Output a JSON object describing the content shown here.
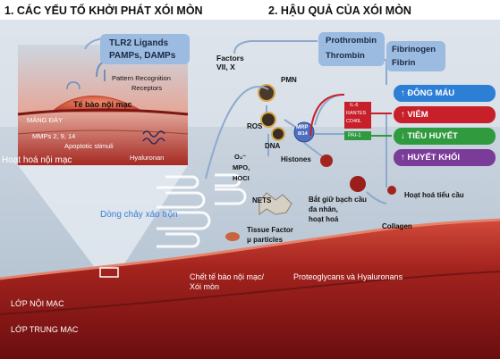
{
  "headings": {
    "left": "1. CÁC YẾU TỐ KHỞI PHÁT XÓI MÒN",
    "right": "2. HẬU QUẢ CỦA XÓI MÒN"
  },
  "left_panel": {
    "ligand_box_line1": "TLR2 Ligands",
    "ligand_box_line2": "PAMPs, DAMPs",
    "receptors_line1": "Pattern Recognition",
    "receptors_line2": "Receptors",
    "endothelial_cell": "Tế bào nội mạc",
    "basement": "MÀNG ĐÁY",
    "mmps": "MMPs 2, 9, 14",
    "apoptotic": "Apoptotic stimuli",
    "hyaluronan": "Hyaluronan",
    "activation": "Hoạt hoá nội mạc",
    "turbulent_flow": "Dòng chảy xáo trộn"
  },
  "right_panel": {
    "factors_line1": "Factors",
    "factors_line2": "VII, X",
    "prothrombin": "Prothrombin",
    "thrombin": "Thrombin",
    "fibrinogen": "Fibrinogen",
    "fibrin": "Fibrin",
    "pmn": "PMN",
    "ros": "ROS",
    "mrp": "MRP",
    "mrp_sub": "8/14",
    "il6_box_line1": "IL-6",
    "il6_box_line2": "RANTES",
    "il6_box_line3": "CD40L",
    "pai": "PAI-1",
    "dna": "DNA",
    "histones": "Histones",
    "o2": "O₂⁻",
    "mpo": "MPO,",
    "hocl": "HOCI",
    "nets": "NETS",
    "tissue_factor_line1": "Tissue Factor",
    "tissue_factor_line2": "μ particles",
    "capture_line1": "Bắt giữ bạch cầu",
    "capture_line2": "đa nhân,",
    "capture_line3": "hoạt hoá",
    "platelet_activation": "Hoạt hoá tiểu cầu",
    "collagen": "Collagen",
    "outcomes": [
      {
        "label": "↑ ĐÔNG MÁU",
        "color": "#2d7fd6"
      },
      {
        "label": "↑ VIÊM",
        "color": "#c7202b"
      },
      {
        "label": "↓ TIÊU HUYẾT",
        "color": "#2f9a3e"
      },
      {
        "label": "↑ HUYẾT KHỐI",
        "color": "#7b3b99"
      }
    ]
  },
  "vessel": {
    "cell_death_line1": "Chết tế bào nội mạc/",
    "cell_death_line2": "Xói mòn",
    "proteoglycans": "Proteoglycans và Hyaluronans",
    "intima": "LỚP NỘI MẠC",
    "media": "LỚP TRUNG MẠC"
  }
}
